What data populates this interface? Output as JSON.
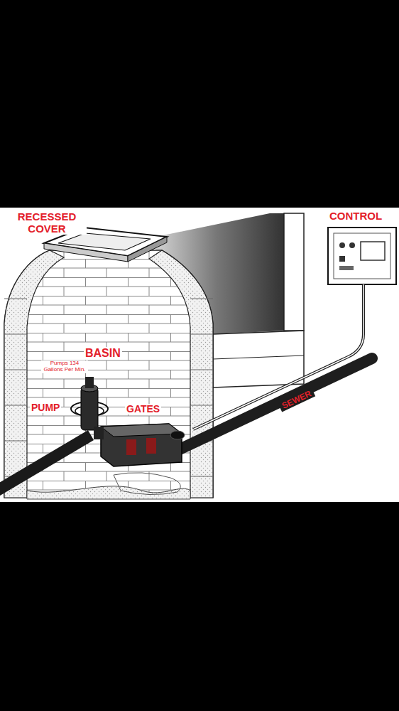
{
  "diagram": {
    "labels": [
      "RECESSED COVER",
      "CONTROL",
      "BASIN",
      "Pumps 134 Gallons Per Min.",
      "PUMP",
      "GATES",
      "SEWER"
    ]
  }
}
